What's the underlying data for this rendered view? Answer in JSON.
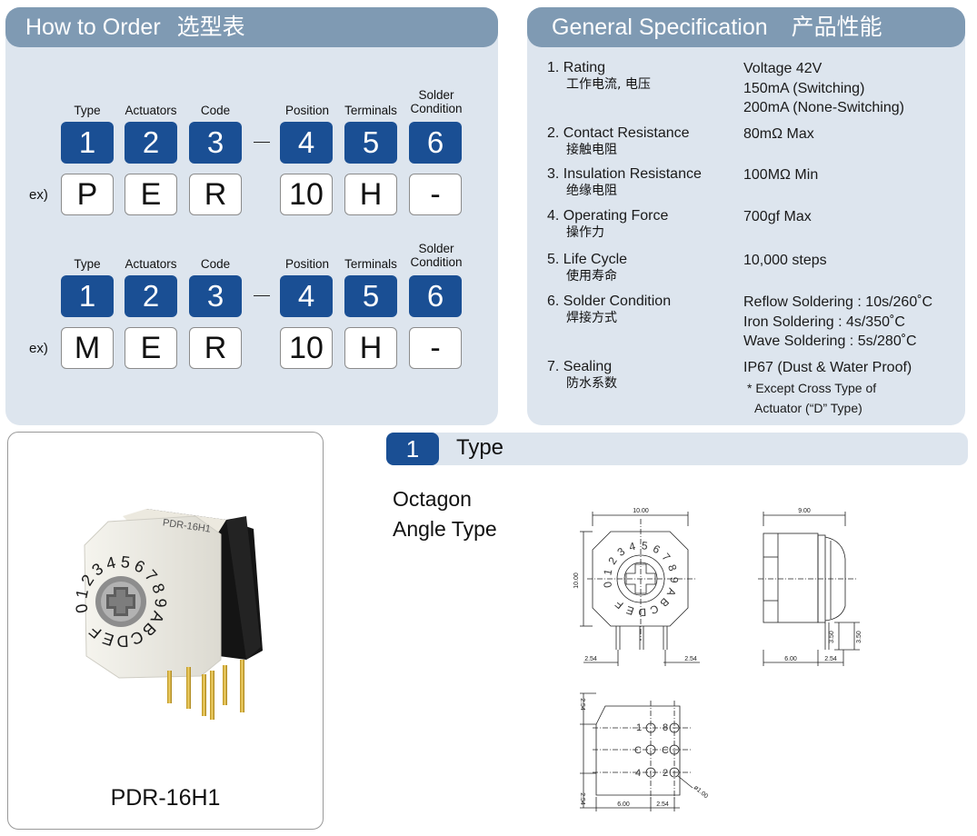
{
  "how_to_order": {
    "title_en": "How to Order",
    "title_cn": "选型表",
    "labels": [
      "Type",
      "Actuators",
      "Code",
      "Position",
      "Terminals",
      "Solder",
      "Condition"
    ],
    "digits": [
      "1",
      "2",
      "3",
      "4",
      "5",
      "6"
    ],
    "ex_label": "ex)",
    "example1": [
      "P",
      "E",
      "R",
      "10",
      "H",
      "-"
    ],
    "example2": [
      "M",
      "E",
      "R",
      "10",
      "H",
      "-"
    ]
  },
  "spec": {
    "title_en": "General Specification",
    "title_cn": "产品性能",
    "items": [
      {
        "name": "1. Rating",
        "cn": "工作电流, 电压",
        "values": [
          "Voltage 42V",
          "150mA (Switching)",
          "200mA (None-Switching)"
        ]
      },
      {
        "name": "2. Contact Resistance",
        "cn": "接触电阻",
        "values": [
          "80mΩ  Max"
        ]
      },
      {
        "name": "3. Insulation Resistance",
        "cn": "绝缘电阻",
        "values": [
          "100MΩ  Min"
        ]
      },
      {
        "name": "4. Operating Force",
        "cn": "操作力",
        "values": [
          "700gf  Max"
        ]
      },
      {
        "name": "5. Life Cycle",
        "cn": "使用寿命",
        "values": [
          "10,000 steps"
        ]
      },
      {
        "name": "6. Solder Condition",
        "cn": "焊接方式",
        "values": [
          "Reflow Soldering : 10s/260˚C",
          "Iron Soldering : 4s/350˚C",
          "Wave Soldering : 5s/280˚C"
        ]
      },
      {
        "name": "7. Sealing",
        "cn": "防水系数",
        "values": [
          "IP67 (Dust & Water Proof)"
        ],
        "notes": [
          "* Except Cross Type of",
          "Actuator (“D” Type)"
        ]
      }
    ]
  },
  "product": {
    "model": "PDR-16H1",
    "dial_chars": [
      "0",
      "1",
      "2",
      "3",
      "4",
      "5",
      "6",
      "7",
      "8",
      "9",
      "A",
      "B",
      "C",
      "D",
      "E",
      "F"
    ],
    "top_label": "PDR-16H1"
  },
  "type_section": {
    "number": "1",
    "label": "Type",
    "title_line1": "Octagon",
    "title_line2": "Angle Type"
  },
  "drawing": {
    "front_width": "10.00",
    "front_height": "10.00",
    "pin_left": "2.54",
    "pin_right": "2.54",
    "side_width": "9.00",
    "side_h1": "3.50",
    "side_h2": "3.50",
    "side_bot_left": "6.00",
    "side_bot_right": "2.54",
    "fp_left_top": "2.54",
    "fp_left_bot": "2.54",
    "fp_bot_left": "6.00",
    "fp_bot_right": "2.54",
    "fp_hole": "ø1.00",
    "fp_pins": [
      "1",
      "8",
      "C",
      "C",
      "4",
      "2"
    ]
  },
  "colors": {
    "header_bg": "#7f9ab3",
    "panel_bg": "#dde5ee",
    "box_blue": "#1a4f94"
  }
}
